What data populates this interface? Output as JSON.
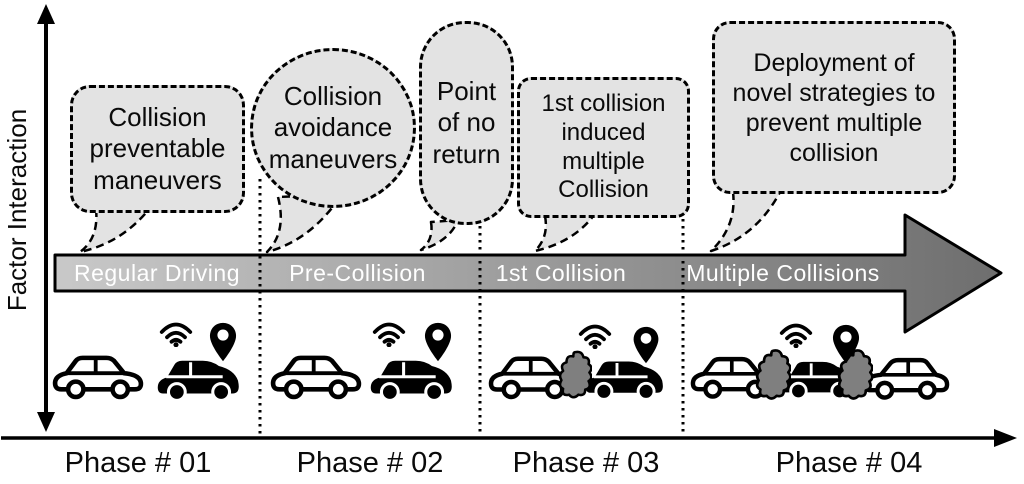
{
  "figure": {
    "y_axis": {
      "label": "Factor Interaction"
    },
    "bubbles": [
      {
        "id": "collision-preventable",
        "text": "Collision\npreventable\nmaneuvers"
      },
      {
        "id": "collision-avoidance",
        "text": "Collision\navoidance\nmaneuvers"
      },
      {
        "id": "point-of-no-return",
        "text": "Point\nof no\nreturn"
      },
      {
        "id": "first-collision-induced",
        "text": "1st collision\ninduced\nmultiple\nCollision"
      },
      {
        "id": "deployment-novel-strategies",
        "text": "Deployment of\nnovel strategies to\nprevent multiple\ncollision"
      }
    ],
    "timeline": {
      "segments": [
        {
          "label": "Regular Driving"
        },
        {
          "label": "Pre-Collision"
        },
        {
          "label": "1st Collision"
        },
        {
          "label": "Multiple Collisions"
        }
      ]
    },
    "phases": [
      {
        "label": "Phase # 01"
      },
      {
        "label": "Phase # 02"
      },
      {
        "label": "Phase # 03"
      },
      {
        "label": "Phase # 04"
      }
    ],
    "colors": {
      "bubble_fill": "#e3e3e3",
      "bubble_border": "#000000",
      "band_gradient_start": "#c9c9c9",
      "band_gradient_end": "#6e6e6e",
      "band_label_text": "#ffffff",
      "crash_smoke": "#7f7f7f",
      "icon_black": "#000000"
    },
    "icons": [
      {
        "name": "car-outline-icon"
      },
      {
        "name": "car-connected-icon"
      },
      {
        "name": "wifi-icon"
      },
      {
        "name": "location-pin-icon"
      },
      {
        "name": "crash-smoke-icon"
      }
    ]
  }
}
